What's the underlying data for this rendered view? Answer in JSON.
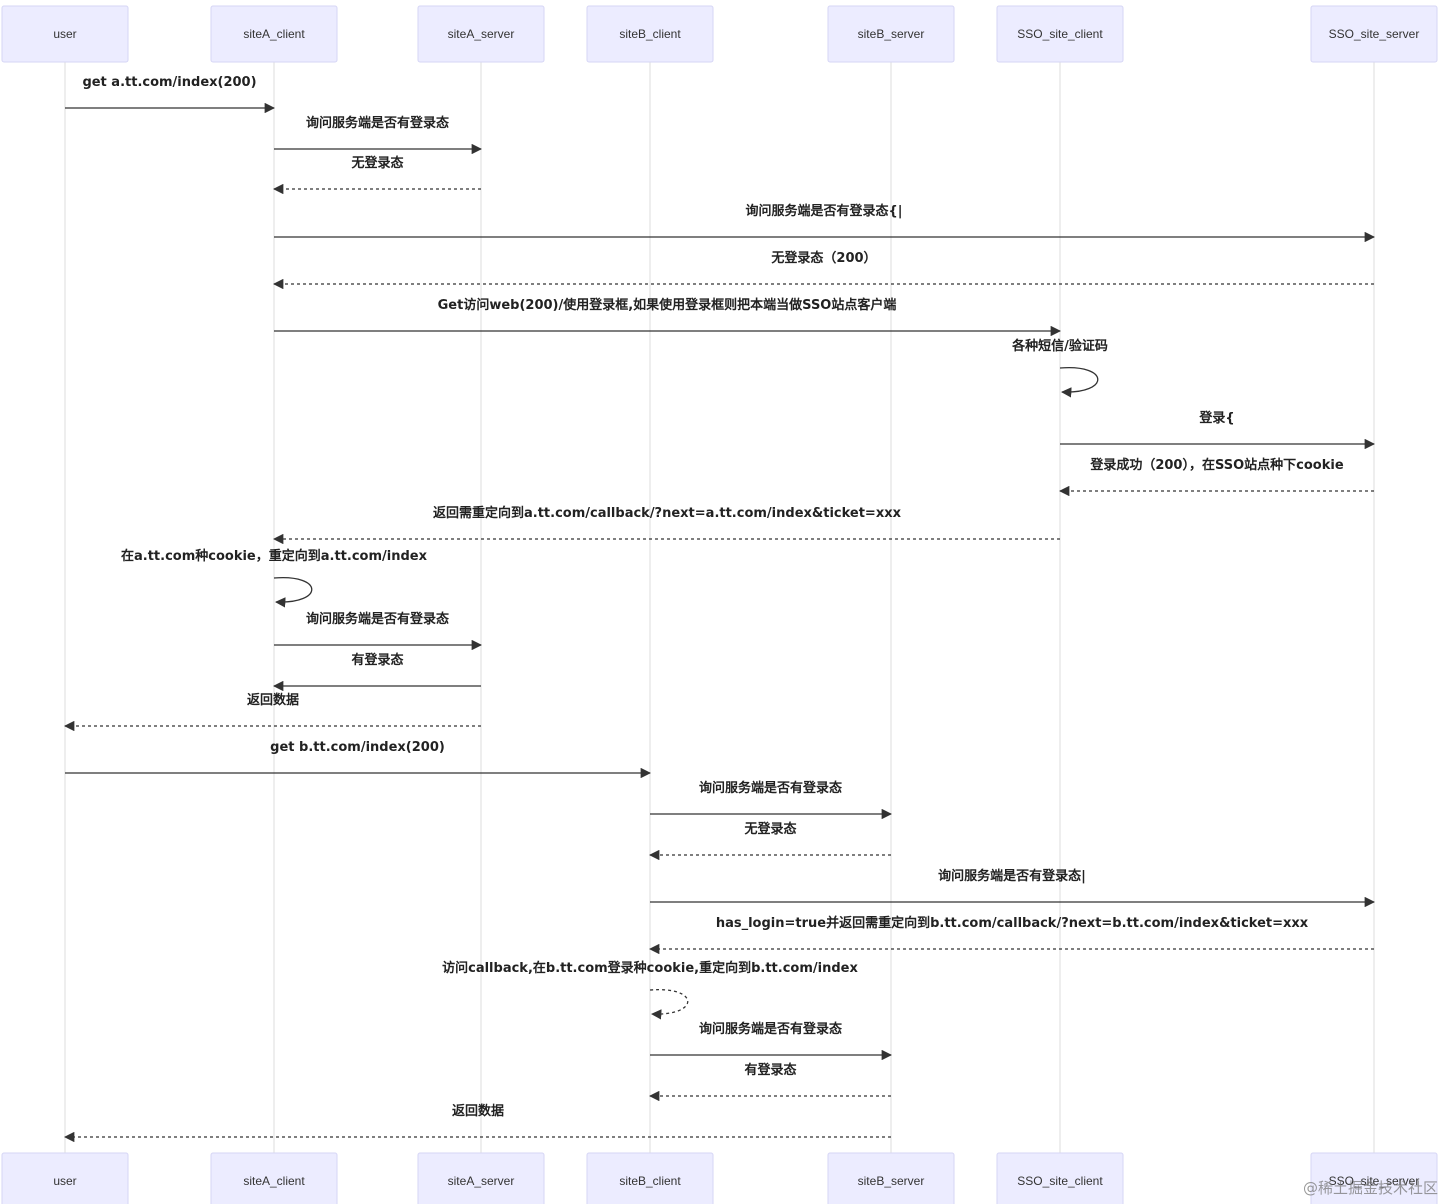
{
  "participants": [
    {
      "id": "user",
      "label": "user"
    },
    {
      "id": "siteA_client",
      "label": "siteA_client"
    },
    {
      "id": "siteA_server",
      "label": "siteA_server"
    },
    {
      "id": "siteB_client",
      "label": "siteB_client"
    },
    {
      "id": "siteB_server",
      "label": "siteB_server"
    },
    {
      "id": "SSO_site_client",
      "label": "SSO_site_client"
    },
    {
      "id": "SSO_site_server",
      "label": "SSO_site_server"
    }
  ],
  "messages": [
    {
      "from": "user",
      "to": "siteA_client",
      "text": "get a.tt.com/index(200)",
      "style": "solid"
    },
    {
      "from": "siteA_client",
      "to": "siteA_server",
      "text": "询问服务端是否有登录态",
      "style": "solid"
    },
    {
      "from": "siteA_server",
      "to": "siteA_client",
      "text": "无登录态",
      "style": "dashed"
    },
    {
      "from": "siteA_client",
      "to": "SSO_site_server",
      "text": "询问服务端是否有登录态{|",
      "style": "solid"
    },
    {
      "from": "SSO_site_server",
      "to": "siteA_client",
      "text": "无登录态（200）",
      "style": "dashed"
    },
    {
      "from": "siteA_client",
      "to": "SSO_site_client",
      "text": "Get访问web(200)/使用登录框,如果使用登录框则把本端当做SSO站点客户端",
      "style": "solid"
    },
    {
      "from": "SSO_site_client",
      "to": "SSO_site_client",
      "text": "各种短信/验证码",
      "style": "solid"
    },
    {
      "from": "SSO_site_client",
      "to": "SSO_site_server",
      "text": "登录{",
      "style": "solid"
    },
    {
      "from": "SSO_site_server",
      "to": "SSO_site_client",
      "text": "登录成功（200），在SSO站点种下cookie",
      "style": "dashed"
    },
    {
      "from": "SSO_site_client",
      "to": "siteA_client",
      "text": "返回需重定向到a.tt.com/callback/?next=a.tt.com/index&ticket=xxx",
      "style": "dashed"
    },
    {
      "from": "siteA_client",
      "to": "siteA_client",
      "text": "在a.tt.com种cookie，重定向到a.tt.com/index",
      "style": "solid"
    },
    {
      "from": "siteA_client",
      "to": "siteA_server",
      "text": "询问服务端是否有登录态",
      "style": "solid"
    },
    {
      "from": "siteA_server",
      "to": "siteA_client",
      "text": "有登录态",
      "style": "solid"
    },
    {
      "from": "siteA_server",
      "to": "user",
      "text": "返回数据",
      "style": "dashed"
    },
    {
      "from": "user",
      "to": "siteB_client",
      "text": "get b.tt.com/index(200)",
      "style": "solid"
    },
    {
      "from": "siteB_client",
      "to": "siteB_server",
      "text": "询问服务端是否有登录态",
      "style": "solid"
    },
    {
      "from": "siteB_server",
      "to": "siteB_client",
      "text": "无登录态",
      "style": "dashed"
    },
    {
      "from": "siteB_client",
      "to": "SSO_site_server",
      "text": "询问服务端是否有登录态|",
      "style": "solid"
    },
    {
      "from": "SSO_site_server",
      "to": "siteB_client",
      "text": "has_login=true并返回需重定向到b.tt.com/callback/?next=b.tt.com/index&ticket=xxx",
      "style": "dashed"
    },
    {
      "from": "siteB_client",
      "to": "siteB_client",
      "text": "访问callback,在b.tt.com登录种cookie,重定向到b.tt.com/index",
      "style": "dashed"
    },
    {
      "from": "siteB_client",
      "to": "siteB_server",
      "text": "询问服务端是否有登录态",
      "style": "solid"
    },
    {
      "from": "siteB_server",
      "to": "siteB_client",
      "text": "有登录态",
      "style": "dashed"
    },
    {
      "from": "siteB_server",
      "to": "user",
      "text": "返回数据",
      "style": "dashed"
    }
  ],
  "watermark": "@稀土掘金技术社区"
}
